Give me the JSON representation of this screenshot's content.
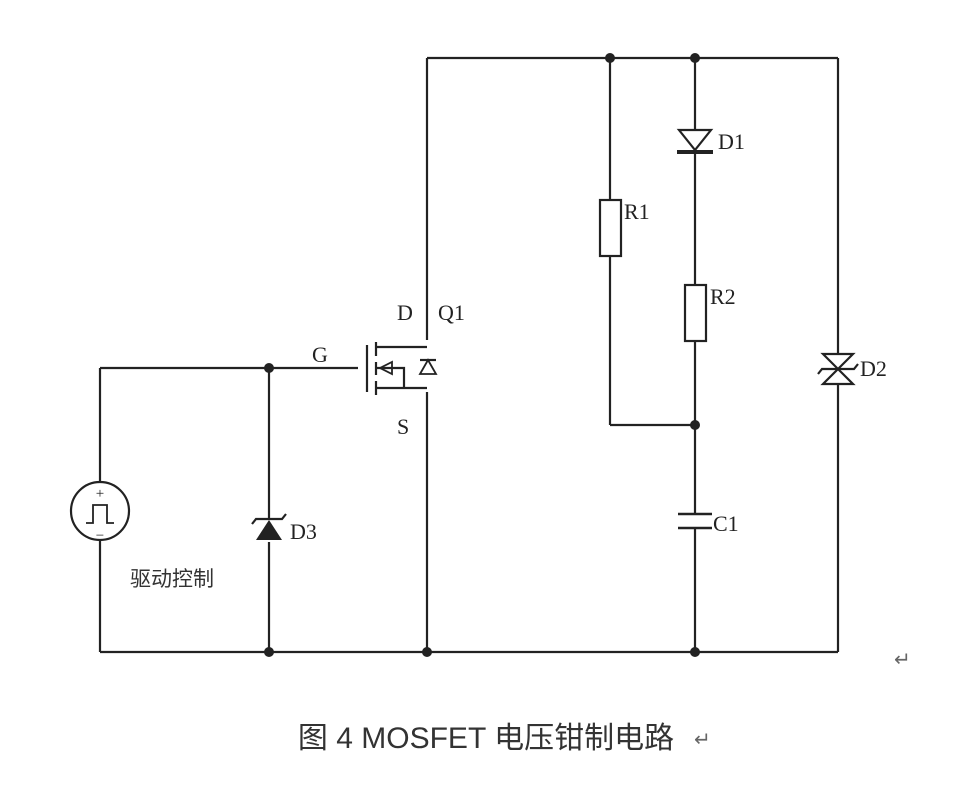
{
  "labels": {
    "D": "D",
    "Q1": "Q1",
    "G": "G",
    "S": "S",
    "D1": "D1",
    "R1": "R1",
    "R2": "R2",
    "D2": "D2",
    "C1": "C1",
    "D3": "D3",
    "drive": "驱动控制",
    "src_plus": "+",
    "src_minus": "−"
  },
  "caption": "图 4 MOSFET 电压钳制电路",
  "return_mark": "↵",
  "colors": {
    "wire": "#222222",
    "caption": "#333333"
  }
}
